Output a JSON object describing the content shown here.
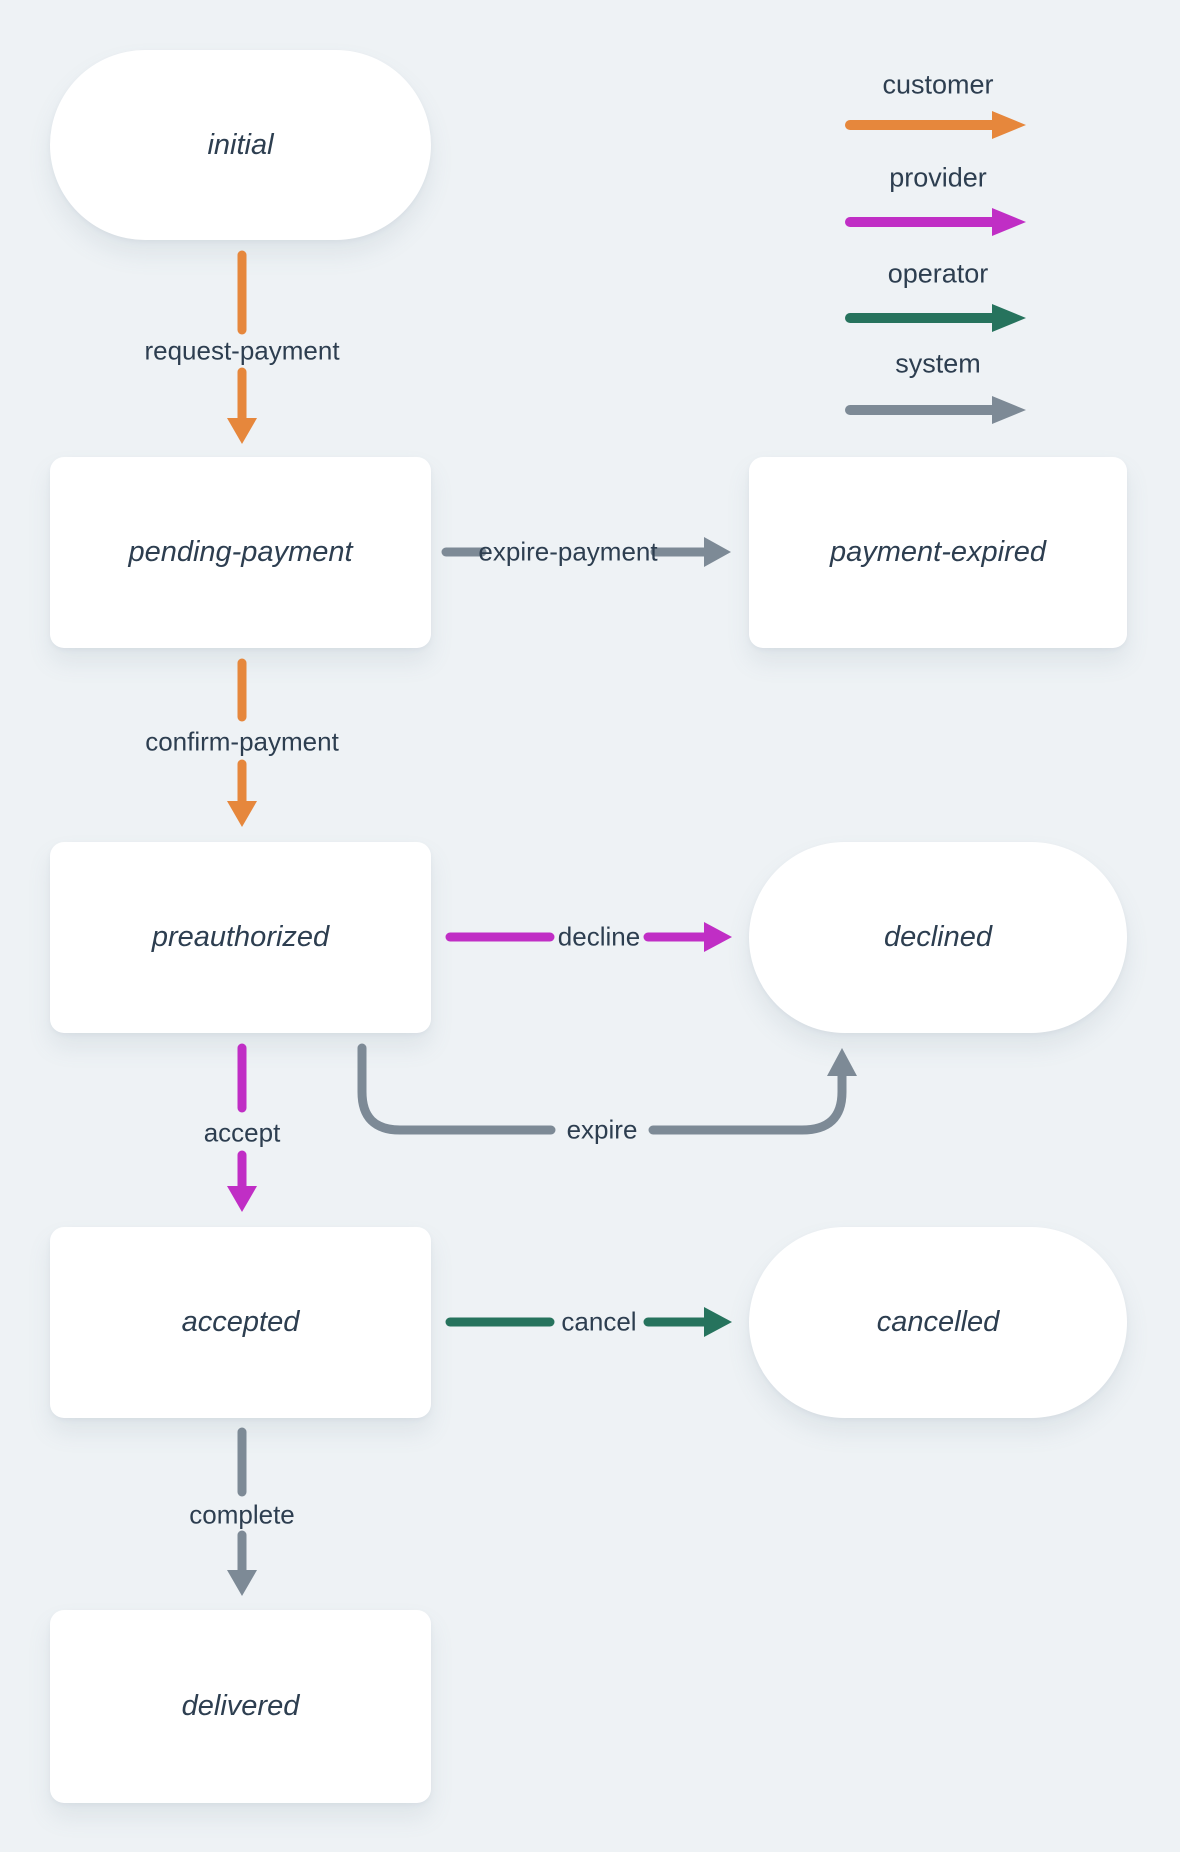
{
  "colors": {
    "customer": "#e6873c",
    "provider": "#c02ec5",
    "operator": "#26735d",
    "system": "#7d8a96",
    "text": "#2d3e50",
    "node_bg": "#ffffff",
    "background": "#eef2f5"
  },
  "legend": [
    {
      "label": "customer",
      "actor": "customer"
    },
    {
      "label": "provider",
      "actor": "provider"
    },
    {
      "label": "operator",
      "actor": "operator"
    },
    {
      "label": "system",
      "actor": "system"
    }
  ],
  "nodes": [
    {
      "id": "initial",
      "label": "initial",
      "shape": "pill"
    },
    {
      "id": "pending-payment",
      "label": "pending-payment",
      "shape": "rect"
    },
    {
      "id": "payment-expired",
      "label": "payment-expired",
      "shape": "rect"
    },
    {
      "id": "preauthorized",
      "label": "preauthorized",
      "shape": "rect"
    },
    {
      "id": "declined",
      "label": "declined",
      "shape": "pill"
    },
    {
      "id": "accepted",
      "label": "accepted",
      "shape": "rect"
    },
    {
      "id": "cancelled",
      "label": "cancelled",
      "shape": "pill"
    },
    {
      "id": "delivered",
      "label": "delivered",
      "shape": "rect"
    }
  ],
  "edges": [
    {
      "label": "request-payment",
      "from": "initial",
      "to": "pending-payment",
      "actor": "customer"
    },
    {
      "label": "expire-payment",
      "from": "pending-payment",
      "to": "payment-expired",
      "actor": "system"
    },
    {
      "label": "confirm-payment",
      "from": "pending-payment",
      "to": "preauthorized",
      "actor": "customer"
    },
    {
      "label": "decline",
      "from": "preauthorized",
      "to": "declined",
      "actor": "provider"
    },
    {
      "label": "expire",
      "from": "preauthorized",
      "to": "declined",
      "actor": "system"
    },
    {
      "label": "accept",
      "from": "preauthorized",
      "to": "accepted",
      "actor": "provider"
    },
    {
      "label": "cancel",
      "from": "accepted",
      "to": "cancelled",
      "actor": "operator"
    },
    {
      "label": "complete",
      "from": "accepted",
      "to": "delivered",
      "actor": "system"
    }
  ]
}
